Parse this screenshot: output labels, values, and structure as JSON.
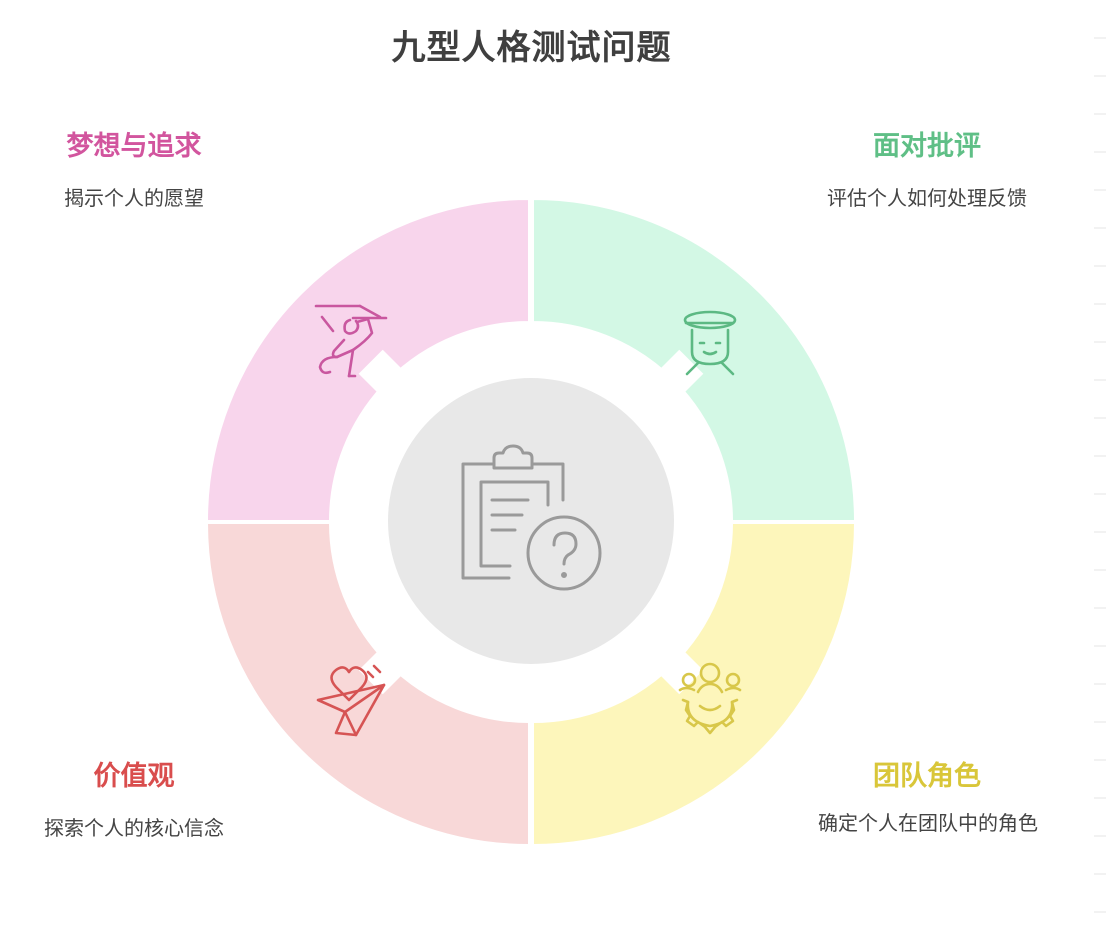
{
  "title": "九型人格测试问题",
  "segments": [
    {
      "id": "dreams",
      "label": "梦想与追求",
      "description": "揭示个人的愿望",
      "label_color": "#d2559e",
      "fill_color": "#f8d5ec",
      "icon_color": "#c9579f",
      "icon": "reaching-person-icon"
    },
    {
      "id": "criticism",
      "label": "面对批评",
      "description": "评估个人如何处理反馈",
      "label_color": "#5fbf86",
      "fill_color": "#d3f8e5",
      "icon_color": "#5cb983",
      "icon": "person-with-halo-icon"
    },
    {
      "id": "values",
      "label": "价值观",
      "description": "探索个人的核心信念",
      "label_color": "#d94d4d",
      "fill_color": "#f8d8d8",
      "icon_color": "#d65454",
      "icon": "heart-paper-plane-icon"
    },
    {
      "id": "team",
      "label": "团队角色",
      "description": "确定个人在团队中的角色",
      "label_color": "#d9c639",
      "fill_color": "#fdf6bb",
      "icon_color": "#d8c74a",
      "icon": "team-gear-icon"
    }
  ],
  "center": {
    "fill_color": "#e8e8e8",
    "icon_color": "#9a9a9a",
    "icon": "clipboard-question-icon"
  }
}
